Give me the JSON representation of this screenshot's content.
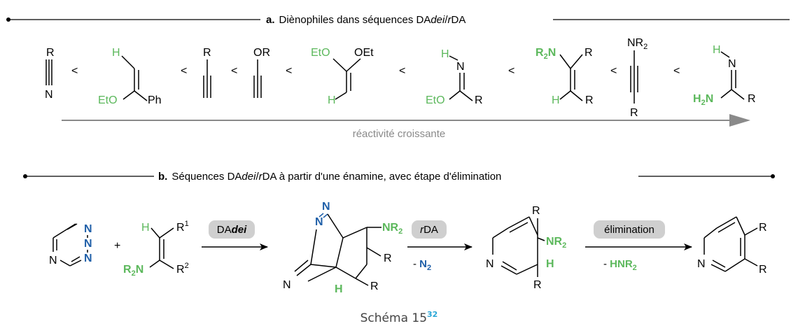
{
  "section_a": {
    "letter": "a.",
    "title": "Diènophiles dans séquences DA",
    "title_dei": "dei",
    "title_sep": "/",
    "title_r": "r",
    "title_end": "DA",
    "less_than": "<",
    "reactivity_label": "réactivité croissante"
  },
  "section_b": {
    "letter": "b.",
    "title_pre": "Séquences DA",
    "title_dei": "dei",
    "title_sep": "/",
    "title_r": "r",
    "title_post": "DA à partir d'une énamine, avec étape d'élimination",
    "plus": "+",
    "step1_pre": "DA",
    "step1_it": "dei",
    "step2_it": "r",
    "step2_post": "DA",
    "step2_below_pre": "- ",
    "step2_below_bold": "N",
    "step2_below_sub": "2",
    "step3_label": "élimination",
    "step3_below_pre": "- ",
    "step3_below_bold": "HNR",
    "step3_below_sub": "2"
  },
  "atoms": {
    "R": "R",
    "N": "N",
    "H": "H",
    "O": "O",
    "OR": "OR",
    "OEt": "OEt",
    "EtO": "EtO",
    "Ph": "Ph",
    "NR": "NR",
    "R2N": "R",
    "R2N_N": "N",
    "H2N": "H",
    "H2N_N": "N",
    "sub2": "2",
    "sup1": "1",
    "sup2": "2"
  },
  "caption": {
    "text": "Schéma 15",
    "ref": "32"
  },
  "colors": {
    "green": "#5cb85c",
    "blue": "#1f5fa8",
    "gray": "#8a8a8a",
    "pill": "#cfcfcf",
    "ref": "#2aa6d6"
  }
}
